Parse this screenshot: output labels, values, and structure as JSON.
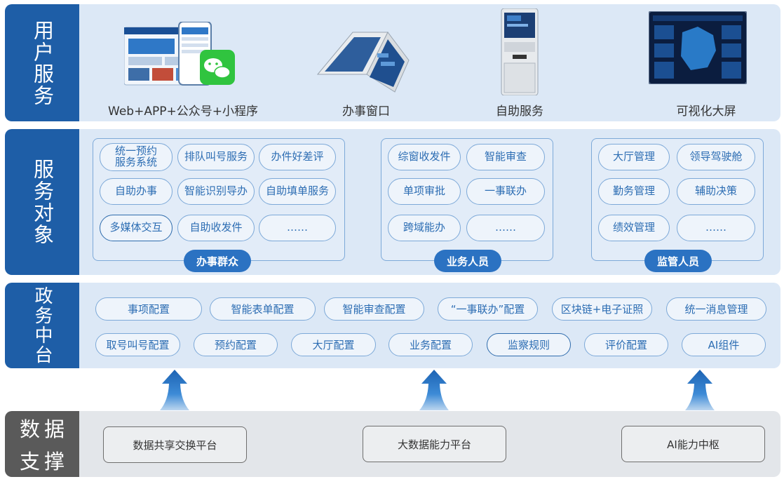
{
  "layers": {
    "user_service": {
      "label": "用户服务",
      "items": [
        {
          "caption": "Web+APP+公众号+小程序",
          "icon": "web-app-wechat-icon"
        },
        {
          "caption": "办事窗口",
          "icon": "service-window-terminal-icon"
        },
        {
          "caption": "自助服务",
          "icon": "self-service-kiosk-icon"
        },
        {
          "caption": "可视化大屏",
          "icon": "visual-dashboard-screen-icon"
        }
      ]
    },
    "service_target": {
      "label": "服务对象",
      "groups": [
        {
          "tag": "办事群众",
          "items": [
            "统一预约\n服务系统",
            "排队叫号服务",
            "办件好差评",
            "自助办事",
            "智能识别导办",
            "自助填单服务",
            "多媒体交互",
            "自助收发件",
            "……"
          ]
        },
        {
          "tag": "业务人员",
          "items": [
            "综窗收发件",
            "智能审查",
            "单项审批",
            "一事联办",
            "跨域能办",
            "……"
          ]
        },
        {
          "tag": "监管人员",
          "items": [
            "大厅管理",
            "领导驾驶舱",
            "勤务管理",
            "辅助决策",
            "绩效管理",
            "……"
          ]
        }
      ]
    },
    "gov_platform": {
      "label": "政务中台",
      "row1": [
        "事项配置",
        "智能表单配置",
        "智能审查配置",
        "“一事联办”配置",
        "区块链+电子证照",
        "统一消息管理"
      ],
      "row2": [
        "取号叫号配置",
        "预约配置",
        "大厅配置",
        "业务配置",
        "监察规则",
        "评价配置",
        "AI组件"
      ]
    },
    "data_support": {
      "label": "数据支撑",
      "items": [
        "数据共享交换平台",
        "大数据能力平台",
        "AI能力中枢"
      ]
    }
  },
  "colors": {
    "label_blue": "#1e5ea7",
    "band_bg": "#dce8f6",
    "tag_blue": "#2b72c2",
    "data_gray": "#5a5a5a",
    "arrow_blue": "#1f6fc0"
  }
}
